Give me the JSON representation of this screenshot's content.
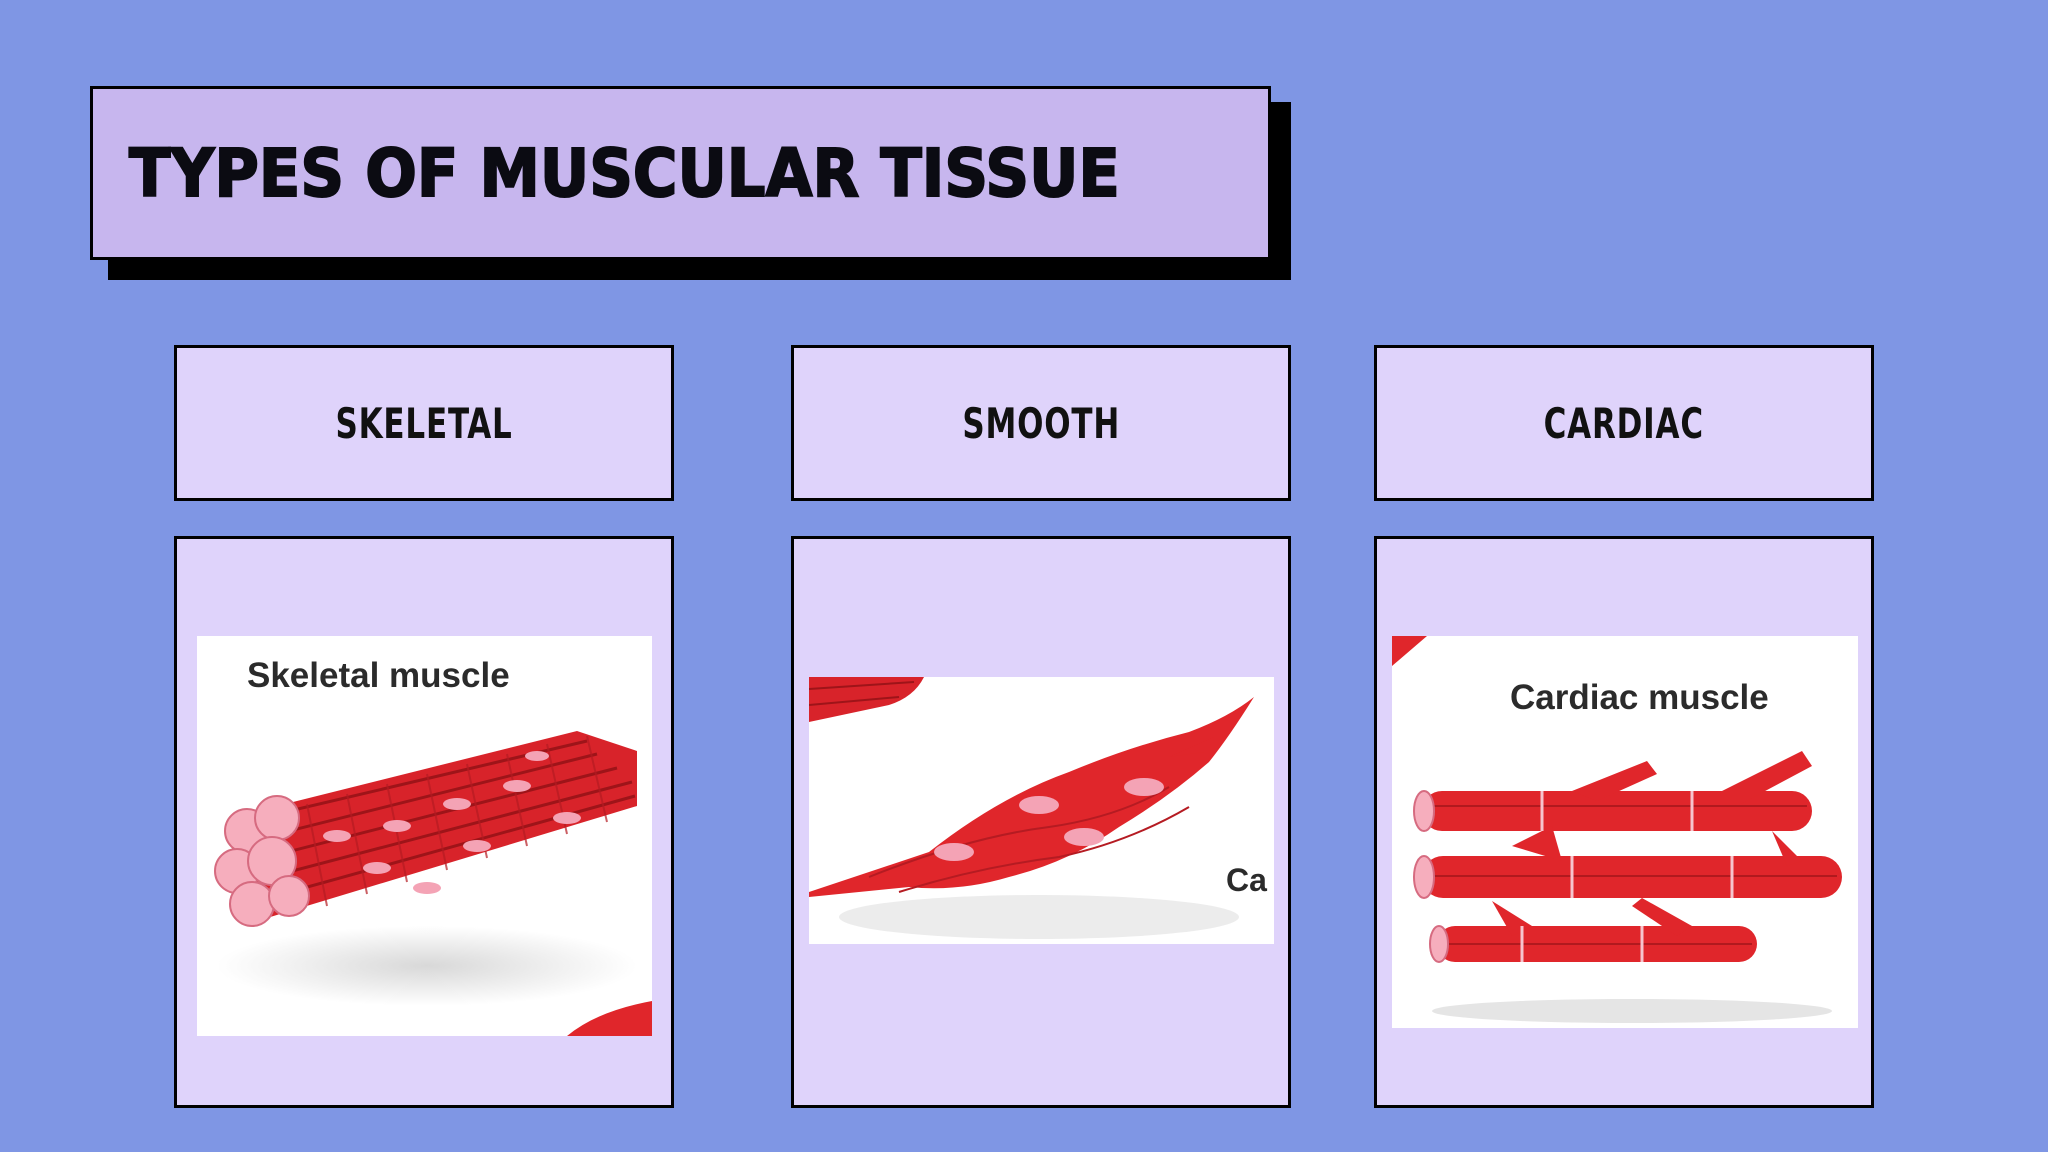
{
  "slide": {
    "title": "TYPES OF MUSCULAR TISSUE",
    "columns": [
      {
        "label": "SKELETAL",
        "image_caption": "Skeletal muscle"
      },
      {
        "label": "SMOOTH",
        "image_caption": "Ca"
      },
      {
        "label": "CARDIAC",
        "image_caption": "Cardiac muscle"
      }
    ]
  },
  "colors": {
    "background": "#7f96e4",
    "title_fill": "#c7b6ee",
    "box_fill": "#dfd3fb",
    "muscle_red": "#e0262b",
    "nucleus_pink": "#f2a2b3"
  }
}
